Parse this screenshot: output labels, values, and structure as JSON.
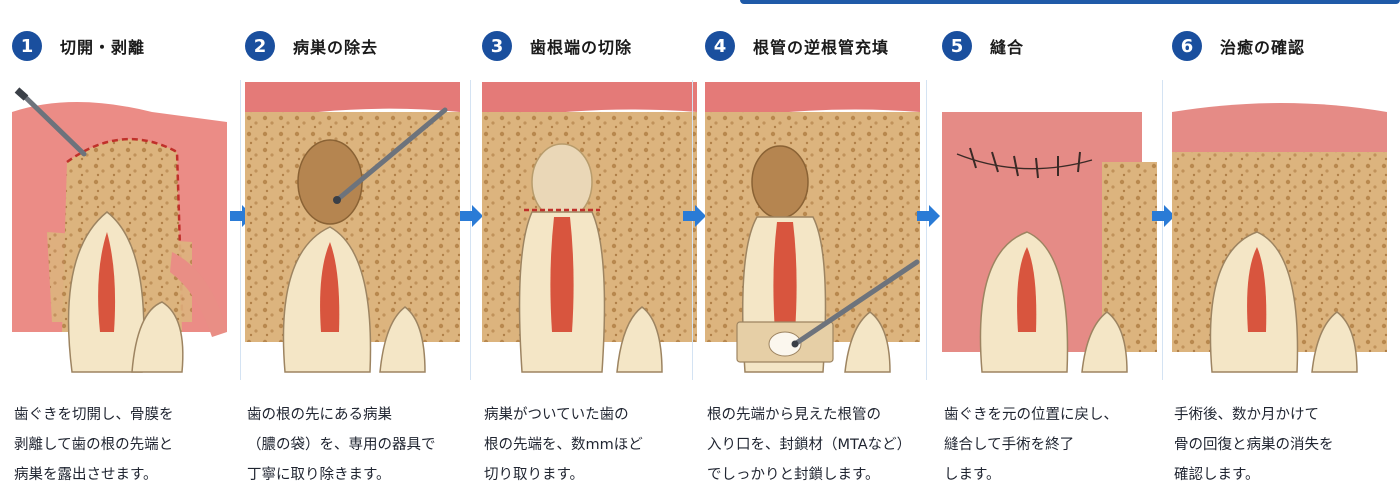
{
  "steps": [
    {
      "num": "1",
      "title": "切開・剥離",
      "desc": "歯ぐきを切開し、骨膜を\n剥離して歯の根の先端と\n病巣を露出させます。"
    },
    {
      "num": "2",
      "title": "病巣の除去",
      "desc": "歯の根の先にある病巣\n（膿の袋）を、専用の器具で\n丁寧に取り除きます。"
    },
    {
      "num": "3",
      "title": "歯根端の切除",
      "desc": "病巣がついていた歯の\n根の先端を、数mmほど\n切り取ります。"
    },
    {
      "num": "4",
      "title": "根管の逆根管充填",
      "desc": "根の先端から見えた根管の\n入り口を、封鎖材（MTAなど）\nでしっかりと封鎖します。"
    },
    {
      "num": "5",
      "title": "縫合",
      "desc": "歯ぐきを元の位置に戻し、\n縫合して手術を終了\nします。"
    },
    {
      "num": "6",
      "title": "治癒の確認",
      "desc": "手術後、数か月かけて\n骨の回復と病巣の消失を\n確認します。"
    }
  ],
  "colors": {
    "accent": "#1a4f9e",
    "arrow": "#2a7bd6",
    "gum": "#e47a78",
    "bone": "#d9b07a",
    "tooth": "#f4e6c6",
    "pulp": "#d8553e"
  },
  "icons": [
    "scalpel-icon",
    "curette-icon",
    "cut-line",
    "sealing-instrument-icon",
    "suture-icon",
    "arrow-right-icon"
  ]
}
